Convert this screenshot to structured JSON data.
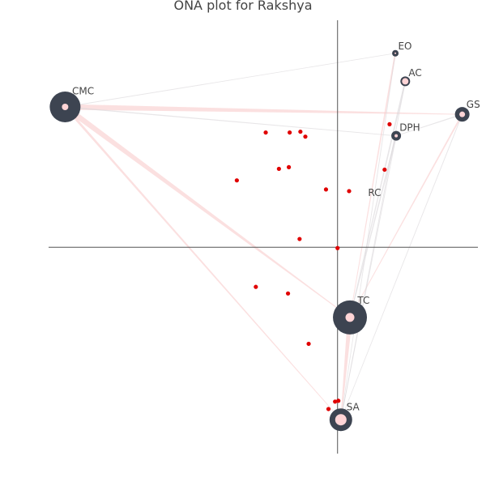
{
  "chart_data": {
    "type": "scatter",
    "title": "ONA plot for Rakshya",
    "xlim": [
      -3.5,
      1.7
    ],
    "ylim": [
      -2.5,
      2.75
    ],
    "axes_lines_at_zero": true,
    "grid": false,
    "colors": {
      "node_fill": "#3d4451",
      "node_center": "#ffd4d6",
      "point": "#e00000",
      "edge_pink": "#f7c6c6",
      "edge_gray": "#d9d6d9",
      "axis": "#555555",
      "text": "#444444"
    },
    "nodes": [
      {
        "name": "EO",
        "x": 0.7,
        "y": 2.35,
        "size": 4,
        "center": 1
      },
      {
        "name": "AC",
        "x": 0.82,
        "y": 2.01,
        "size": 6,
        "center": 4
      },
      {
        "name": "CMC",
        "x": -3.3,
        "y": 1.7,
        "size": 19,
        "center": 4
      },
      {
        "name": "GS",
        "x": 1.51,
        "y": 1.61,
        "size": 9,
        "center": 3.5
      },
      {
        "name": "DPH",
        "x": 0.71,
        "y": 1.35,
        "size": 6,
        "center": 2
      },
      {
        "name": "RC",
        "x": 0.35,
        "y": 0.6,
        "size": 0,
        "center": 0
      },
      {
        "name": "TC",
        "x": 0.15,
        "y": -0.85,
        "size": 21,
        "center": 5.5
      },
      {
        "name": "SA",
        "x": 0.04,
        "y": -2.09,
        "size": 14,
        "center": 7
      }
    ],
    "points": [
      {
        "x": -0.87,
        "y": 1.39
      },
      {
        "x": -0.58,
        "y": 1.39
      },
      {
        "x": -0.45,
        "y": 1.4
      },
      {
        "x": -0.39,
        "y": 1.34
      },
      {
        "x": -0.71,
        "y": 0.95
      },
      {
        "x": -0.59,
        "y": 0.97
      },
      {
        "x": -1.22,
        "y": 0.81
      },
      {
        "x": -0.14,
        "y": 0.7
      },
      {
        "x": 0.14,
        "y": 0.68
      },
      {
        "x": 0.63,
        "y": 1.49
      },
      {
        "x": 0.57,
        "y": 0.94
      },
      {
        "x": -0.46,
        "y": 0.1
      },
      {
        "x": 0.0,
        "y": -0.01
      },
      {
        "x": -0.99,
        "y": -0.48
      },
      {
        "x": -0.6,
        "y": -0.56
      },
      {
        "x": -0.35,
        "y": -1.17
      },
      {
        "x": -0.03,
        "y": -1.87
      },
      {
        "x": 0.01,
        "y": -1.86
      },
      {
        "x": -0.11,
        "y": -1.96
      }
    ],
    "edges": [
      {
        "from": "CMC",
        "to": "GS",
        "weight": 7,
        "color": "pink"
      },
      {
        "from": "CMC",
        "to": "TC",
        "weight": 7,
        "color": "pink"
      },
      {
        "from": "CMC",
        "to": "SA",
        "weight": 3,
        "color": "pink"
      },
      {
        "from": "CMC",
        "to": "EO",
        "weight": 1,
        "color": "gray"
      },
      {
        "from": "CMC",
        "to": "DPH",
        "weight": 1.5,
        "color": "gray"
      },
      {
        "from": "GS",
        "to": "DPH",
        "weight": 1.5,
        "color": "gray"
      },
      {
        "from": "GS",
        "to": "TC",
        "weight": 2,
        "color": "pink"
      },
      {
        "from": "GS",
        "to": "SA",
        "weight": 1,
        "color": "gray"
      },
      {
        "from": "EO",
        "to": "TC",
        "weight": 2,
        "color": "pink"
      },
      {
        "from": "EO",
        "to": "SA",
        "weight": 1,
        "color": "gray"
      },
      {
        "from": "AC",
        "to": "TC",
        "weight": 2,
        "color": "gray"
      },
      {
        "from": "AC",
        "to": "SA",
        "weight": 1,
        "color": "gray"
      },
      {
        "from": "DPH",
        "to": "TC",
        "weight": 2,
        "color": "gray"
      },
      {
        "from": "DPH",
        "to": "SA",
        "weight": 1,
        "color": "gray"
      },
      {
        "from": "TC",
        "to": "SA",
        "weight": 6,
        "color": "pink"
      }
    ]
  }
}
